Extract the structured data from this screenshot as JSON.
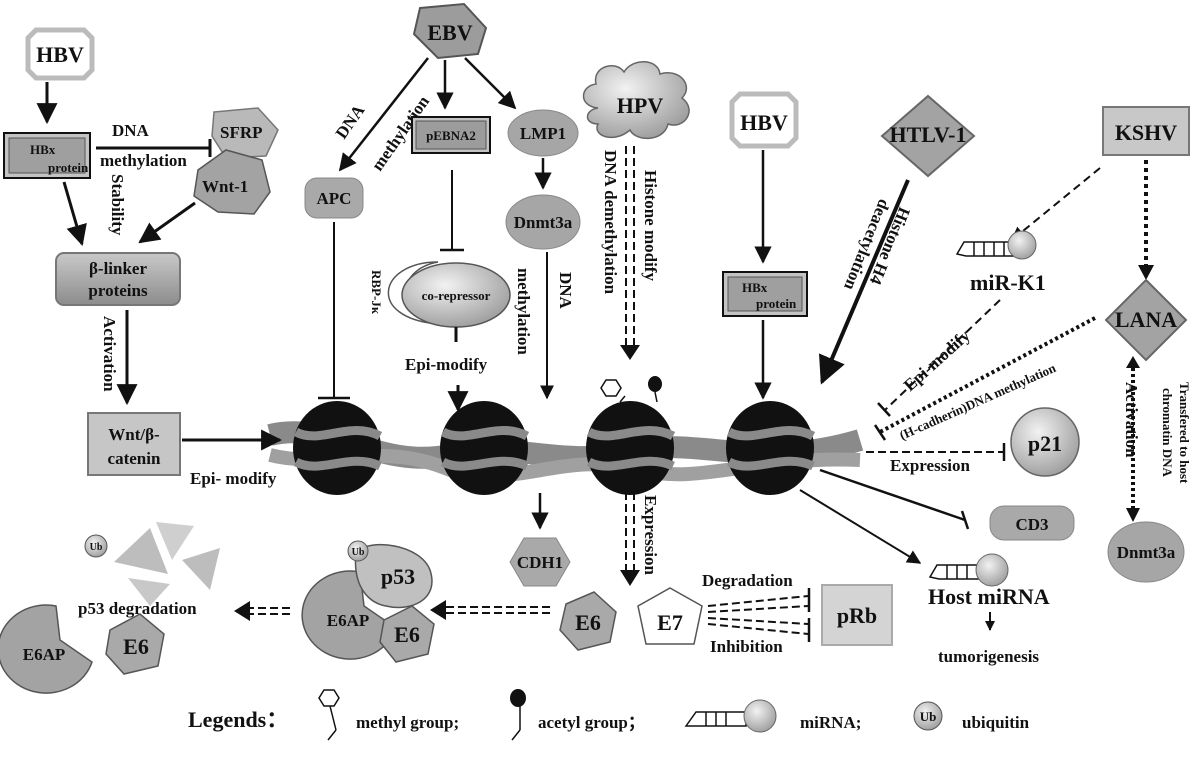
{
  "viruses": {
    "hbv_left": "HBV",
    "ebv": "EBV",
    "hpv": "HPV",
    "hbv_mid": "HBV",
    "htlv1": "HTLV-1",
    "kshv": "KSHV"
  },
  "nodes": {
    "hbx_left_l1": "HBx",
    "hbx_left_l2": "protein",
    "sfrp": "SFRP",
    "wnt1": "Wnt-1",
    "beta_linker_l1": "β-linker",
    "beta_linker_l2": "proteins",
    "wnt_beta_l1": "Wnt/β-",
    "wnt_beta_l2": "catenin",
    "apc": "APC",
    "pebna2": "pEBNA2",
    "lmp1": "LMP1",
    "dnmt3a_mid": "Dnmt3a",
    "rbp_jk": "RBP-Jκ",
    "co_repressor": "co-repressor",
    "hbx_mid_l1": "HBx",
    "hbx_mid_l2": "protein",
    "mir_k1": "miR-K1",
    "lana": "LANA",
    "p21": "p21",
    "cd3": "CD3",
    "dnmt3a_right": "Dnmt3a",
    "cdh1": "CDH1",
    "e6_mid": "E6",
    "e7": "E7",
    "prb": "pRb",
    "host_mirna": "Host miRNA",
    "tumorigenesis": "tumorigenesis",
    "p53": "p53",
    "e6ap_mid": "E6AP",
    "e6_group": "E6",
    "ub_mid": "Ub",
    "ub_left": "Ub",
    "e6ap_left": "E6AP",
    "e6_left": "E6",
    "p53_degradation": "p53 degradation"
  },
  "labels": {
    "dna_methylation_1": "DNA",
    "dna_methylation_2": "methylation",
    "stability": "Stability",
    "activation_left": "Activation",
    "epi_modify_left": "Epi- modify",
    "ebv_dna": "DNA",
    "ebv_methylation": "methylation",
    "epi_modify_mid": "Epi-modify",
    "dnmt_dna": "DNA",
    "dnmt_methylation": "methylation",
    "dna_demethylation": "DNA demethylation",
    "histone_modify": "Histone modify",
    "htlv_histone": "Histone H4",
    "htlv_deacetylation": "deacetylation",
    "epi_modify_right": "Epi-modify",
    "hcad_methylation": "(H-cadherin)DNA   methylation",
    "expression_right": "Expression",
    "lana_activation": "Activation",
    "lana_transfer_1": "Transfered to host",
    "lana_transfer_2": "chromatin  DNA",
    "expression_mid": "Expression",
    "degradation": "Degradation",
    "inhibition": "Inhibition"
  },
  "legend": {
    "title": "Legends",
    "colon": "：",
    "methyl": "methyl group;",
    "acetyl": "acetyl group",
    "acetyl_sep": "；",
    "mirna": "miRNA;",
    "ub": "Ub",
    "ubiquitin": "ubiquitin"
  },
  "icons": [
    "methyl-group-icon",
    "acetyl-group-icon",
    "mirna-icon",
    "ubiquitin-icon",
    "nucleosome-icon"
  ],
  "colors": {
    "dark": "#111111",
    "box_gray": "#9a9a9a",
    "node_gray": "#a9a9a9",
    "light_gray": "#c8c8c8",
    "strand": "#8a8a8a"
  }
}
